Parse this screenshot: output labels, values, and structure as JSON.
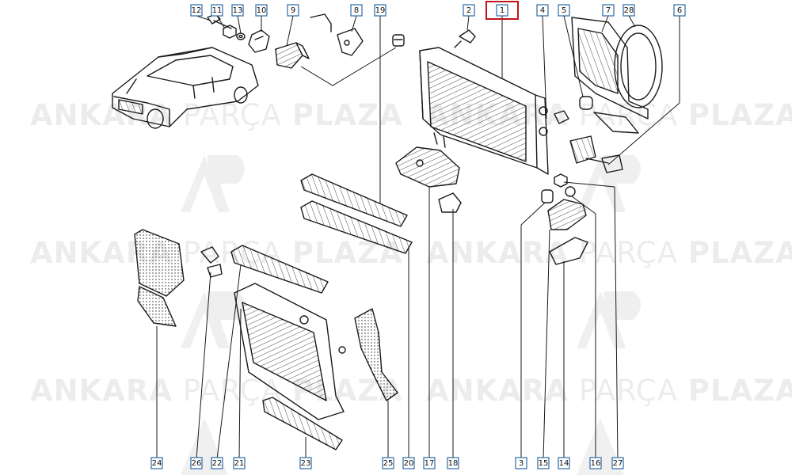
{
  "watermark": {
    "word_bold_1": "ANKARA",
    "word_light": "PARÇA",
    "word_bold_2": "PLAZA"
  },
  "colors": {
    "callout_border": "#2a6aa6",
    "highlight": "#c0141b",
    "line": "#1a1a1a",
    "watermark": "#b9b9b9"
  },
  "highlighted_callout": "1",
  "callouts_top": [
    "12",
    "11",
    "13",
    "10",
    "9",
    "8",
    "19",
    "2",
    "1",
    "4",
    "5",
    "7",
    "28",
    "6"
  ],
  "callouts_bottom": [
    "24",
    "26",
    "22",
    "21",
    "23",
    "25",
    "20",
    "17",
    "18",
    "3",
    "15",
    "14",
    "16",
    "27"
  ]
}
